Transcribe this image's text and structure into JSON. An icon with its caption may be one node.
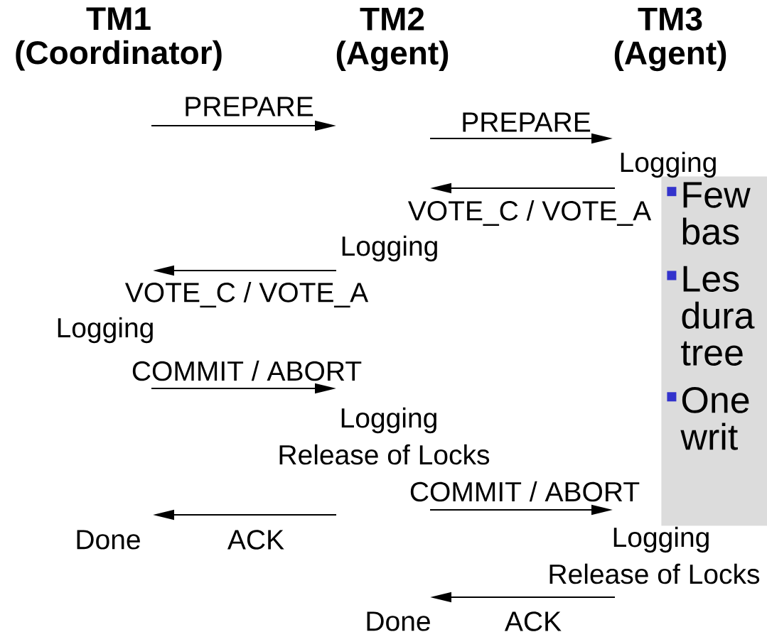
{
  "diagram": {
    "nodes": [
      {
        "text": [
          "TM1 (Coordinator)"
        ]
      },
      {
        "text": [
          "TM2 (Agent)"
        ]
      },
      {
        "text": [
          "TM3 (Agent)"
        ]
      },
      {
        "text": [
          "Few bas",
          "Les dura tree",
          "One writ"
        ]
      }
    ],
    "labels": [
      "PREPARE",
      "PREPARE",
      "Logging",
      "VOTE_C / VOTE_A",
      "Logging",
      "VOTE_C / VOTE_A",
      "Logging",
      "COMMIT / ABORT",
      "Logging",
      "Release of Locks",
      "COMMIT / ABORT",
      "Done",
      "ACK",
      "Logging",
      "Release of Locks",
      "Done",
      "ACK"
    ]
  }
}
